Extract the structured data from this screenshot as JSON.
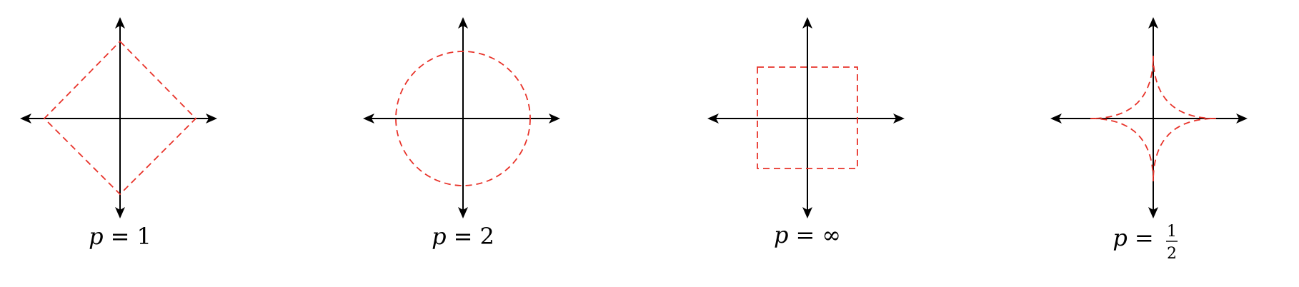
{
  "colors": {
    "axis": "#000000",
    "ball": "#e8332a"
  },
  "panels": [
    {
      "p": "1",
      "shape": "diamond",
      "caption": {
        "variable": "p",
        "equals": "=",
        "value": "1"
      }
    },
    {
      "p": "2",
      "shape": "circle",
      "caption": {
        "variable": "p",
        "equals": "=",
        "value": "2"
      }
    },
    {
      "p": "infinity",
      "shape": "square",
      "caption": {
        "variable": "p",
        "equals": "=",
        "value": "∞"
      }
    },
    {
      "p": "1/2",
      "shape": "astroid",
      "caption": {
        "variable": "p",
        "equals": "=",
        "numerator": "1",
        "denominator": "2"
      }
    }
  ]
}
